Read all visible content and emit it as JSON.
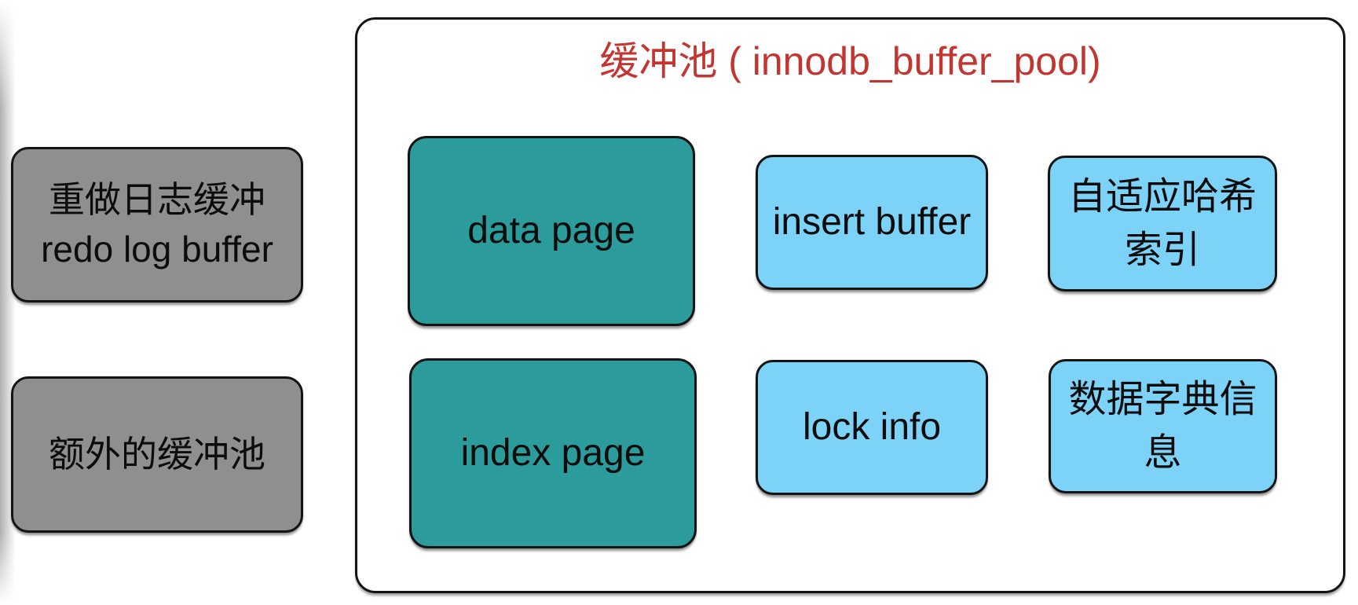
{
  "diagram": {
    "buffer_pool": {
      "title": "缓冲池 ( innodb_buffer_pool)"
    },
    "outside_nodes": {
      "redo_log_buffer": {
        "line1": "重做日志缓冲",
        "line2": "redo log buffer"
      },
      "extra_buffer_pool": {
        "label": "额外的缓冲池"
      }
    },
    "pool_nodes": {
      "data_page": {
        "label": "data page"
      },
      "index_page": {
        "label": "index page"
      },
      "insert_buffer": {
        "label": "insert buffer"
      },
      "lock_info": {
        "label": "lock info"
      },
      "adaptive_hash_index": {
        "label": "自适应哈希索引"
      },
      "data_dictionary_info": {
        "label": "数据字典信息"
      }
    },
    "colors": {
      "title_red": "#C23530",
      "teal_node": "#2B9B9C",
      "blue_node": "#7DD2F8",
      "gray_node": "#8F8F8F",
      "border_black": "#141414"
    }
  }
}
